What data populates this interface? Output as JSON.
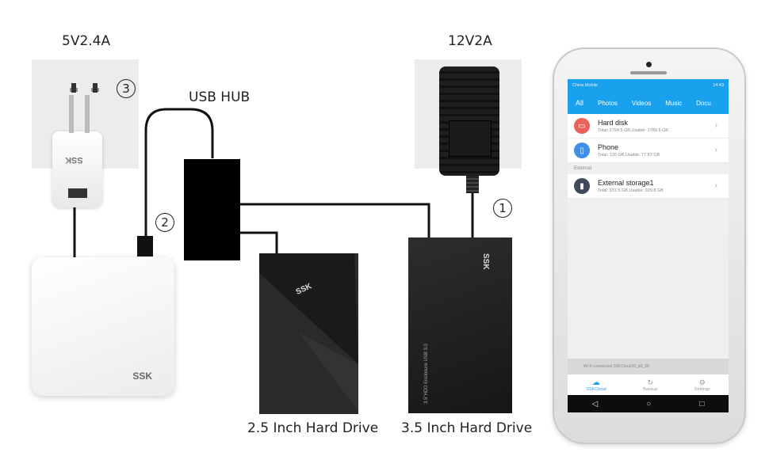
{
  "labels": {
    "power_left": "5V2.4A",
    "power_right": "12V2A",
    "usb_hub": "USB HUB",
    "drive_25": "2.5 Inch Hard Drive",
    "drive_35": "3.5 Inch Hard Drive",
    "num_1": "1",
    "num_2": "2",
    "num_3": "3"
  },
  "brand": {
    "charger": "SSK",
    "router": "SSK",
    "drive_25": "SSK",
    "drive_35": "SSK",
    "drive_35_side": "3.5\"HDD Enclosure   USB 3.0"
  },
  "phone": {
    "status_left": "China Mobile",
    "status_right": "14:43",
    "tabs": [
      "All",
      "Photos",
      "Videos",
      "Music",
      "Docu"
    ],
    "devices": [
      {
        "title": "Hard disk",
        "sub": "Total: 2794.5 GB,Usable: 2789.5 GB",
        "icon": "hard-disk-icon",
        "color": "#e8625a"
      },
      {
        "title": "Phone",
        "sub": "Total: 120 GB,Usable: 77.87 GB",
        "icon": "phone-icon",
        "color": "#3f8ee8"
      }
    ],
    "section_external": "External",
    "external": [
      {
        "title": "External storage1",
        "sub": "Total: 931.5 GB,Usable: 929.8 GB",
        "icon": "usb-storage-icon",
        "color": "#3f4a5c"
      }
    ],
    "wifi_text": "Wi-Fi connected SSKCloud10_d3_58",
    "nav": [
      "SSKCloud",
      "Backup",
      "Settings"
    ]
  },
  "colors": {
    "accent": "#1aa1ee",
    "device_black": "#1c1c1c",
    "wall_plate": "#ececec"
  }
}
